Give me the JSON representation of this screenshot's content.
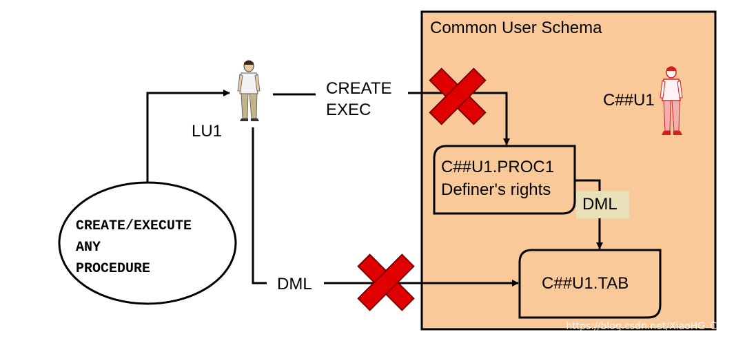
{
  "schema_box": {
    "title": "Common User Schema",
    "fill": "#f9c99a",
    "stroke": "#000000"
  },
  "local_user": {
    "label": "LU1",
    "icon": "person-icon"
  },
  "common_user": {
    "label": "C##U1",
    "icon": "person-icon",
    "color": "#d42020"
  },
  "privilege": {
    "lines": [
      "CREATE/EXECUTE",
      "ANY",
      "PROCEDURE"
    ]
  },
  "create_exec": {
    "lines": [
      "CREATE",
      "EXEC"
    ]
  },
  "procedure": {
    "lines": [
      "C##U1.PROC1",
      "Definer's rights"
    ]
  },
  "dml_inner": {
    "label": "DML",
    "fill": "#e8e0b8"
  },
  "dml_outer": {
    "label": "DML"
  },
  "table": {
    "label": "C##U1.TAB"
  },
  "deny_color": "#e00000",
  "watermark": "https://blog.csdn.net/XiaoHG_CSDN"
}
